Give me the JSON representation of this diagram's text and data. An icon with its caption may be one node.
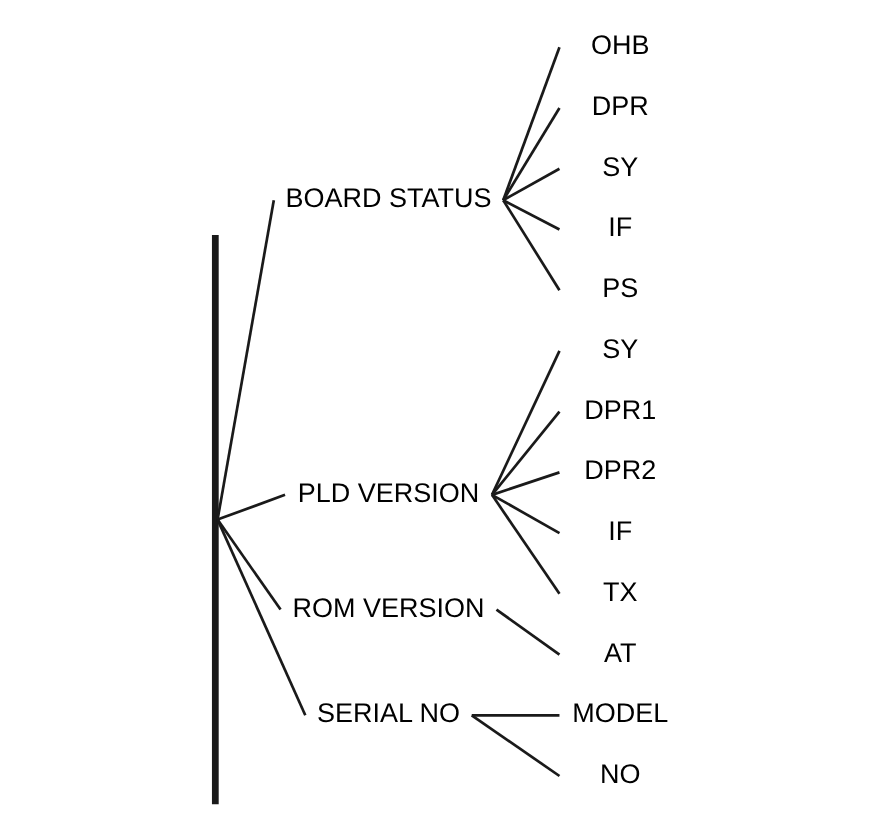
{
  "diagram": {
    "nodes": [
      {
        "text": [],
        "shape": "bar"
      },
      {
        "text": [
          "BOARD STATUS"
        ]
      },
      {
        "text": [
          "OHB"
        ]
      },
      {
        "text": [
          "DPR"
        ]
      },
      {
        "text": [
          "SY"
        ]
      },
      {
        "text": [
          "IF"
        ]
      },
      {
        "text": [
          "PS"
        ]
      },
      {
        "text": [
          "PLD VERSION"
        ]
      },
      {
        "text": [
          "SY"
        ]
      },
      {
        "text": [
          "DPR1"
        ]
      },
      {
        "text": [
          "DPR2"
        ]
      },
      {
        "text": [
          "IF"
        ]
      },
      {
        "text": [
          "TX"
        ]
      },
      {
        "text": [
          "ROM VERSION"
        ]
      },
      {
        "text": [
          "AT"
        ]
      },
      {
        "text": [
          "SERIAL NO"
        ]
      },
      {
        "text": [
          "MODEL"
        ]
      },
      {
        "text": [
          "NO"
        ]
      }
    ],
    "edges": [
      {
        "from": 0,
        "to": 1,
        "arrow": "none"
      },
      {
        "from": 0,
        "to": 7,
        "arrow": "none"
      },
      {
        "from": 0,
        "to": 13,
        "arrow": "none"
      },
      {
        "from": 0,
        "to": 15,
        "arrow": "none"
      },
      {
        "from": 1,
        "to": 2,
        "arrow": "none"
      },
      {
        "from": 1,
        "to": 3,
        "arrow": "none"
      },
      {
        "from": 1,
        "to": 4,
        "arrow": "none"
      },
      {
        "from": 1,
        "to": 5,
        "arrow": "none"
      },
      {
        "from": 1,
        "to": 6,
        "arrow": "none"
      },
      {
        "from": 7,
        "to": 8,
        "arrow": "none"
      },
      {
        "from": 7,
        "to": 9,
        "arrow": "none"
      },
      {
        "from": 7,
        "to": 10,
        "arrow": "none"
      },
      {
        "from": 7,
        "to": 11,
        "arrow": "none"
      },
      {
        "from": 7,
        "to": 12,
        "arrow": "none"
      },
      {
        "from": 13,
        "to": 14,
        "arrow": "none"
      },
      {
        "from": 15,
        "to": 16,
        "arrow": "none"
      },
      {
        "from": 15,
        "to": 17,
        "arrow": "none"
      }
    ]
  }
}
